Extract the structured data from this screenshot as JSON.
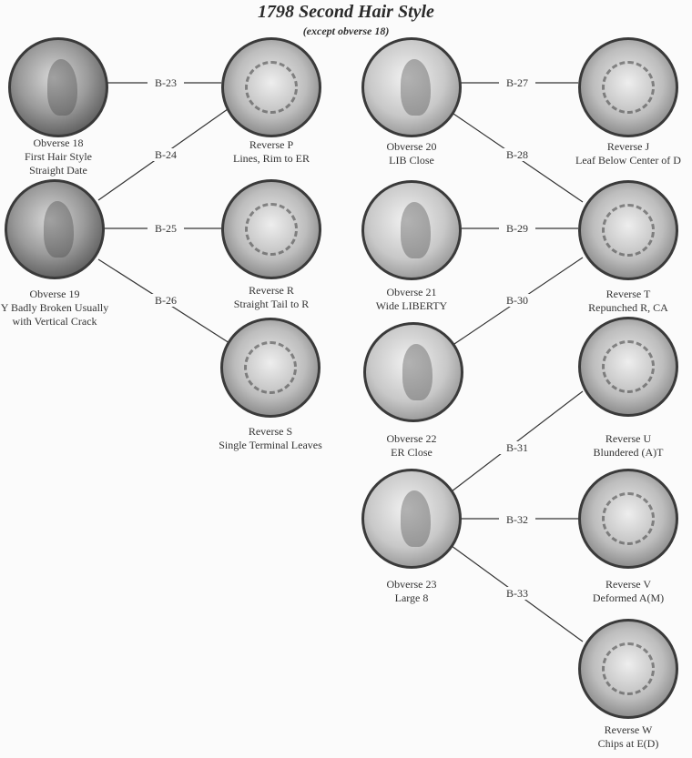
{
  "title": "1798 Second Hair Style",
  "subtitle": "(except obverse 18)",
  "obverses": {
    "o18": [
      "Obverse 18",
      "First Hair Style",
      "Straight Date"
    ],
    "o19": [
      "Obverse 19",
      "Y Badly Broken Usually",
      "with Vertical Crack"
    ],
    "o20": [
      "Obverse 20",
      "LIB Close"
    ],
    "o21": [
      "Obverse 21",
      "Wide LIBERTY"
    ],
    "o22": [
      "Obverse 22",
      "ER Close"
    ],
    "o23": [
      "Obverse 23",
      "Large 8"
    ]
  },
  "reverses": {
    "P": [
      "Reverse P",
      "Lines, Rim to ER"
    ],
    "R": [
      "Reverse R",
      "Straight Tail to R"
    ],
    "S": [
      "Reverse S",
      "Single Terminal Leaves"
    ],
    "J": [
      "Reverse J",
      "Leaf Below Center of D"
    ],
    "T": [
      "Reverse T",
      "Repunched R, CA"
    ],
    "U": [
      "Reverse U",
      "Blundered (A)T"
    ],
    "V": [
      "Reverse V",
      "Deformed A(M)"
    ],
    "W": [
      "Reverse W",
      "Chips at E(D)"
    ]
  },
  "varieties": [
    "B-23",
    "B-24",
    "B-25",
    "B-26",
    "B-27",
    "B-28",
    "B-29",
    "B-30",
    "B-31",
    "B-32",
    "B-33"
  ]
}
